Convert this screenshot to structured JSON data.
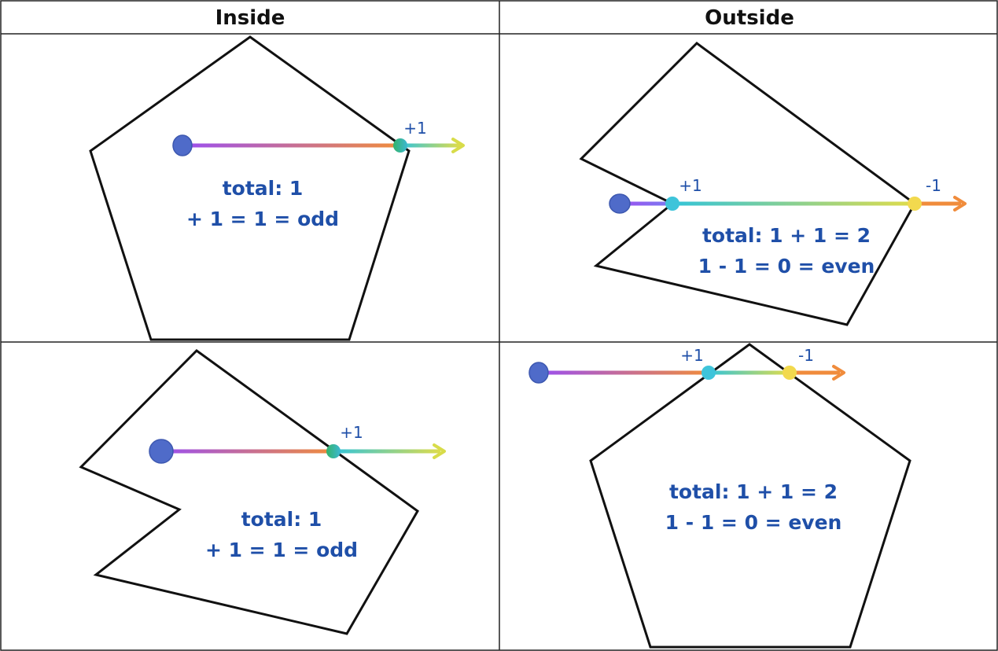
{
  "headers": {
    "inside": "Inside",
    "outside": "Outside"
  },
  "colors": {
    "text": "#1f4fa8",
    "origin_point": "#4f6bc9",
    "crossing_plus": "#2ec4d6",
    "crossing_minus": "#f2d94e",
    "ray_gradient": [
      "#9b4ff0",
      "#f08c3c",
      "#d8dc55"
    ]
  },
  "panels": [
    {
      "id": "inside-pentagon",
      "crossings": [
        "+1"
      ],
      "total_line1": "total: 1",
      "total_line2": "+ 1 = 1 = odd"
    },
    {
      "id": "outside-concave",
      "crossings": [
        "+1",
        "-1"
      ],
      "total_line1": "total: 1 + 1 = 2",
      "total_line2": "1 - 1 = 0 = even"
    },
    {
      "id": "inside-concave",
      "crossings": [
        "+1"
      ],
      "total_line1": "total: 1",
      "total_line2": "+ 1 = 1 = odd"
    },
    {
      "id": "outside-pentagon",
      "crossings": [
        "+1",
        "-1"
      ],
      "total_line1": "total: 1 + 1 = 2",
      "total_line2": "1 - 1 = 0 = even"
    }
  ]
}
